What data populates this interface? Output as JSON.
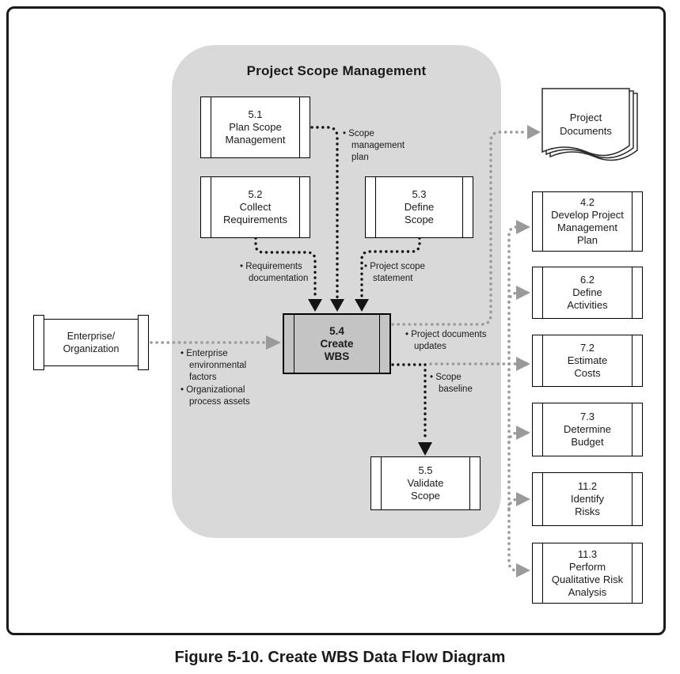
{
  "figure": {
    "caption": "Figure 5-10. Create WBS Data Flow Diagram"
  },
  "panel": {
    "title": "Project Scope Management"
  },
  "nodes": {
    "plan_scope_management": {
      "code": "5.1",
      "label": "Plan Scope\nManagement"
    },
    "collect_requirements": {
      "code": "5.2",
      "label": "Collect\nRequirements"
    },
    "define_scope": {
      "code": "5.3",
      "label": "Define\nScope"
    },
    "create_wbs": {
      "code": "5.4",
      "label": "Create\nWBS"
    },
    "validate_scope": {
      "code": "5.5",
      "label": "Validate\nScope"
    },
    "develop_pm_plan": {
      "code": "4.2",
      "label": "Develop Project\nManagement\nPlan"
    },
    "define_activities": {
      "code": "6.2",
      "label": "Define\nActivities"
    },
    "estimate_costs": {
      "code": "7.2",
      "label": "Estimate\nCosts"
    },
    "determine_budget": {
      "code": "7.3",
      "label": "Determine\nBudget"
    },
    "identify_risks": {
      "code": "11.2",
      "label": "Identify\nRisks"
    },
    "perform_qual_risk": {
      "code": "11.3",
      "label": "Perform\nQualitative Risk\nAnalysis"
    }
  },
  "entity": {
    "label": "Enterprise/\nOrganization"
  },
  "document": {
    "label": "Project\nDocuments"
  },
  "flow_labels": {
    "scope_management_plan": "• Scope\nmanagement\nplan",
    "requirements_documentation": "• Requirements\ndocumentation",
    "project_scope_statement": "• Project scope\nstatement",
    "enterprise_environmental_factors": "• Enterprise\nenvironmental\nfactors",
    "organizational_process_assets": "• Organizational\nprocess assets",
    "project_documents_updates": "• Project documents\nupdates",
    "scope_baseline": "• Scope\nbaseline"
  },
  "colors": {
    "panel_fill": "#d9d9d9",
    "process_fill": "#ffffff",
    "active_process_fill": "#c4c4c4",
    "line_black": "#141414",
    "line_gray": "#9a9a9a",
    "box_border": "#000000",
    "text": "#1a1a1a"
  }
}
